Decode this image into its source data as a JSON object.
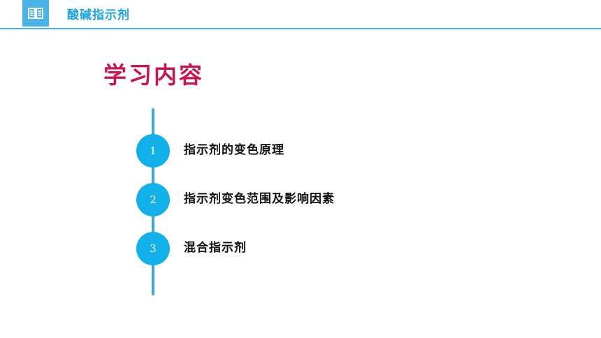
{
  "header": {
    "icon": "book-icon",
    "title": "酸碱指示剂",
    "accent_color": "#4ab4e6"
  },
  "section": {
    "title": "学习内容",
    "title_color": "#c8174f"
  },
  "agenda": {
    "circle_color": "#12b0e8",
    "items": [
      {
        "number": "1",
        "label": "指示剂的变色原理"
      },
      {
        "number": "2",
        "label": "指示剂变色范围及影响因素"
      },
      {
        "number": "3",
        "label": "混合指示剂"
      }
    ]
  }
}
